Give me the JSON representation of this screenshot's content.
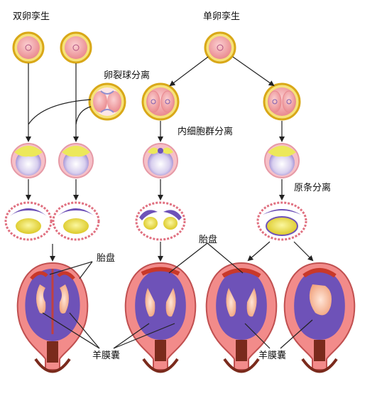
{
  "labels": {
    "dizygotic": "双卵孪生",
    "monozygotic": "单卵孪生",
    "blastomere_separation": "卵裂球分离",
    "inner_cell_mass_separation": "内细胞群分离",
    "primitive_streak_separation": "原条分离",
    "placenta_left": "胎盘",
    "placenta_right": "胎盘",
    "amnion_left": "羊膜囊",
    "amnion_right": "羊膜囊"
  },
  "colors": {
    "zona": "#e0b21c",
    "cell": "#f2a0a4",
    "icm_yellow": "#ece85a",
    "purple": "#6e52b8",
    "uterus_pink": "#f28b8a",
    "uterus_dark": "#7a2a1c",
    "placenta_red": "#c8382a",
    "arrow": "#222222"
  }
}
